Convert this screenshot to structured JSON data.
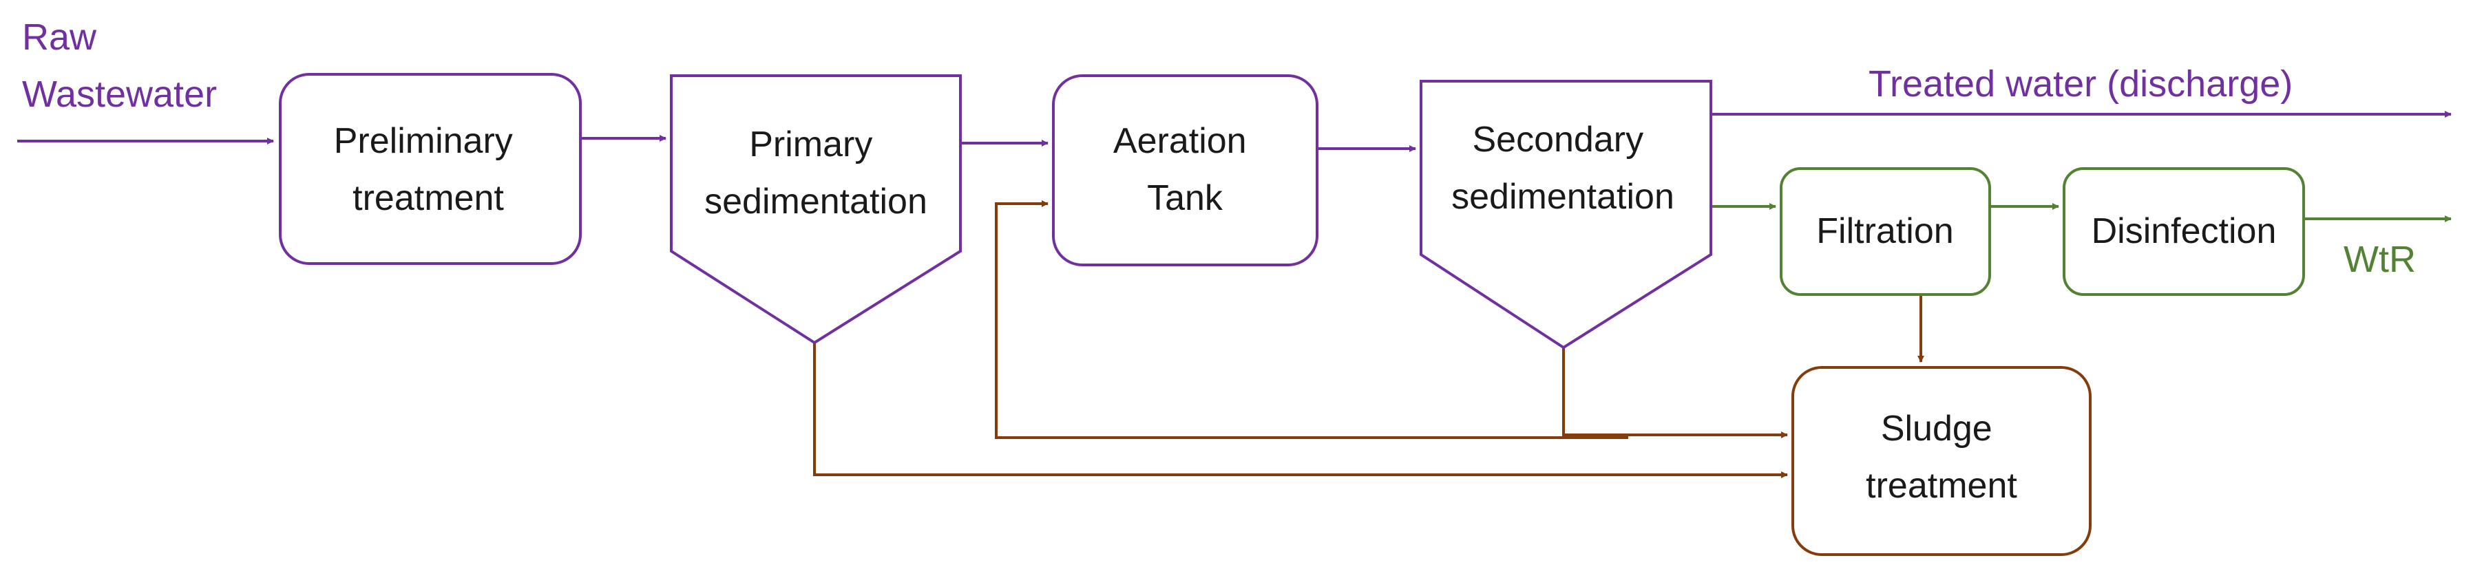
{
  "colors": {
    "purple": "#7030a0",
    "green": "#548235",
    "brown": "#843c0c",
    "text": "#1a1a1a"
  },
  "labels": {
    "input": [
      "Raw",
      "Wastewater"
    ],
    "discharge": "Treated water (discharge)",
    "wtr": "WtR"
  },
  "nodes": {
    "preliminary": [
      "Preliminary",
      "treatment"
    ],
    "primary": [
      "Primary",
      "sedimentation"
    ],
    "aeration": [
      "Aeration",
      "Tank"
    ],
    "secondary": [
      "Secondary",
      "sedimentation"
    ],
    "filtration": [
      "Filtration"
    ],
    "disinfection": [
      "Disinfection"
    ],
    "sludge": [
      "Sludge",
      "treatment"
    ]
  }
}
